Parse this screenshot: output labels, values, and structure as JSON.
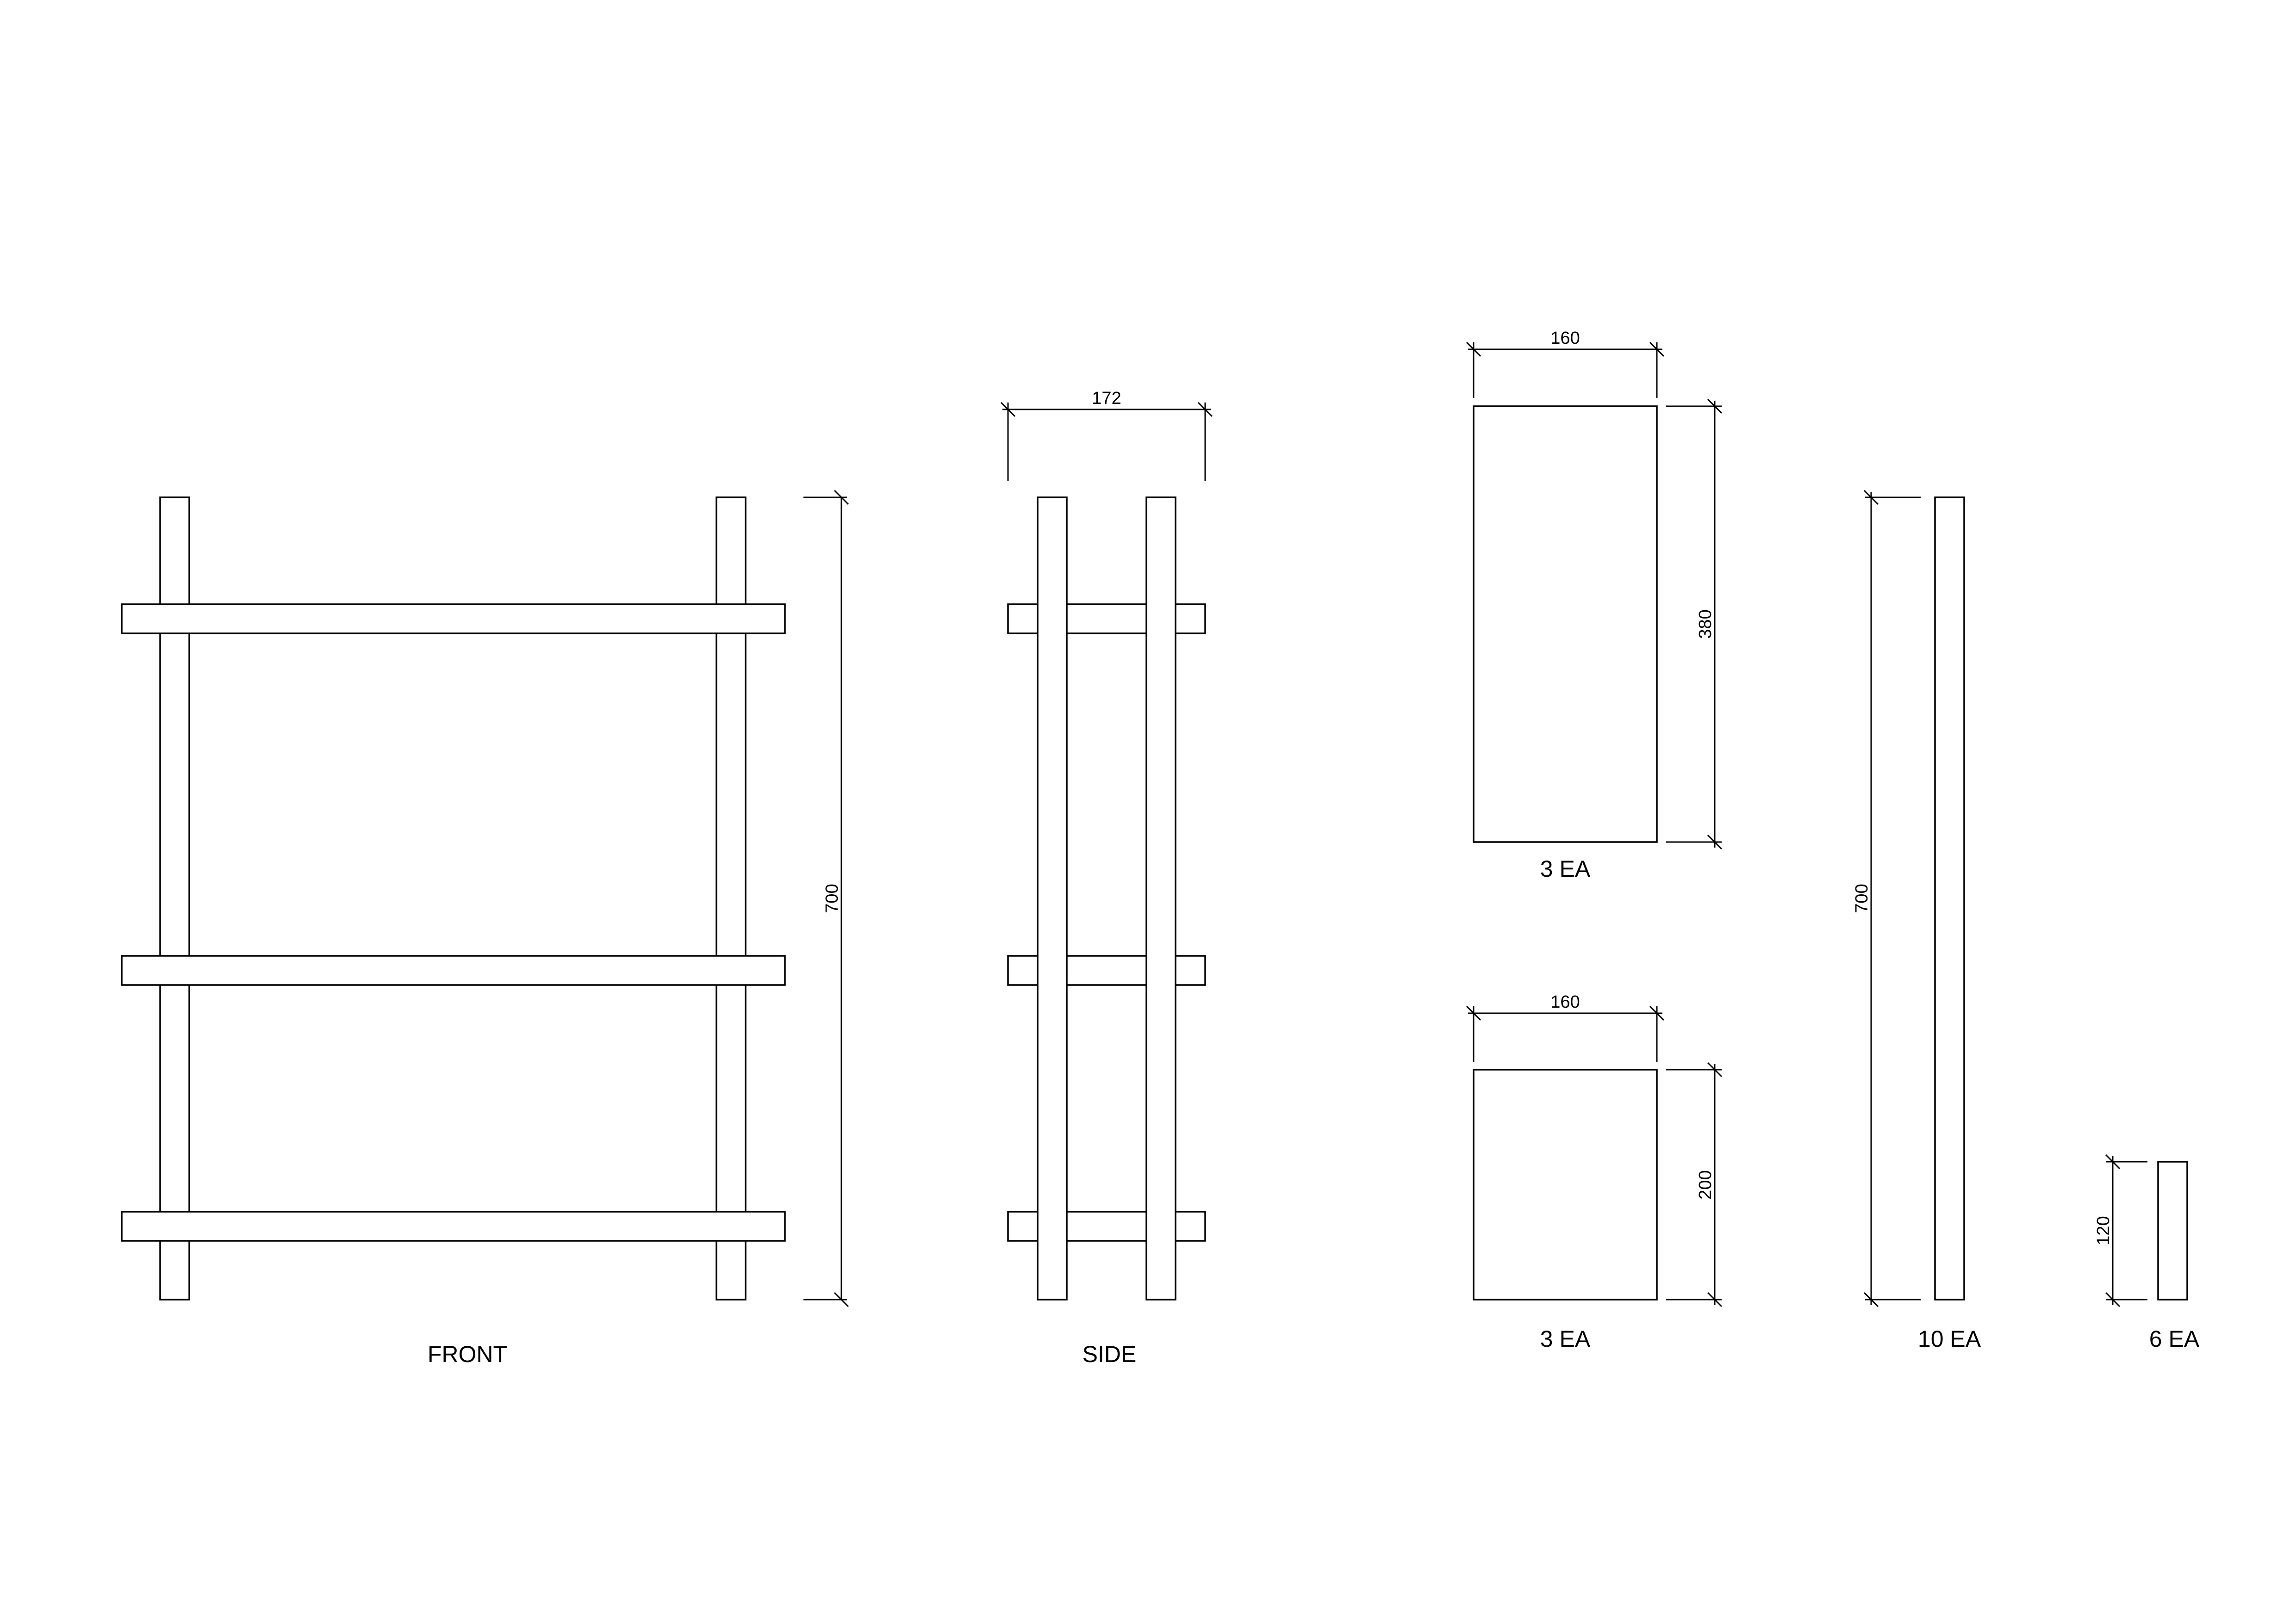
{
  "views": {
    "front_label": "FRONT",
    "side_label": "SIDE"
  },
  "dimensions": {
    "front_height": "700",
    "side_depth": "172",
    "shelf_a_width": "160",
    "shelf_a_height": "380",
    "shelf_b_width": "160",
    "shelf_b_height": "200",
    "post_length": "700",
    "spacer_length": "120"
  },
  "parts": {
    "shelf_a_qty": "3 EA",
    "shelf_b_qty": "3 EA",
    "post_qty": "10 EA",
    "spacer_qty": "6 EA"
  },
  "colors": {
    "line": "#000000",
    "background": "#ffffff"
  }
}
